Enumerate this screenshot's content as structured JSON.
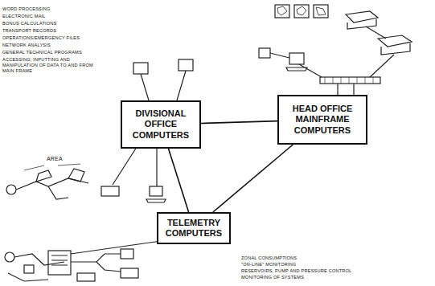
{
  "diagram": {
    "nodes": [
      {
        "text": [
          "DIVISIONAL OFFICE COMPUTERS"
        ]
      },
      {
        "text": [
          "HEAD OFFICE MAINFRAME COMPUTERS"
        ]
      },
      {
        "text": [
          "TELEMETRY COMPUTERS"
        ]
      }
    ],
    "edges": [
      {
        "from": 0,
        "to": 1,
        "arrow": "none"
      },
      {
        "from": 1,
        "to": 2,
        "arrow": "none"
      },
      {
        "from": 0,
        "to": 2,
        "arrow": "none"
      }
    ],
    "labels": [
      "WORD PROCESSING",
      "ELECTRONIC MAIL",
      "BONUS CALCULATIONS",
      "TRANSPORT RECORDS",
      "OPERATIONS/EMERGENCY FILES",
      "NETWORK ANALYSIS",
      "GENERAL TECHNICAL PROGRAMS",
      "ACCESSING, INPUTTING AND MANIPULATION OF DATA TO AND FROM MAIN FRAME",
      "AREA",
      "ZONAL CONSUMPTIONS",
      "\"ON-LINE\" MONITORING",
      "RESERVOIRS, PUMP AND PRESSURE CONTROL",
      "MONITORING OF SYSTEMS"
    ]
  }
}
